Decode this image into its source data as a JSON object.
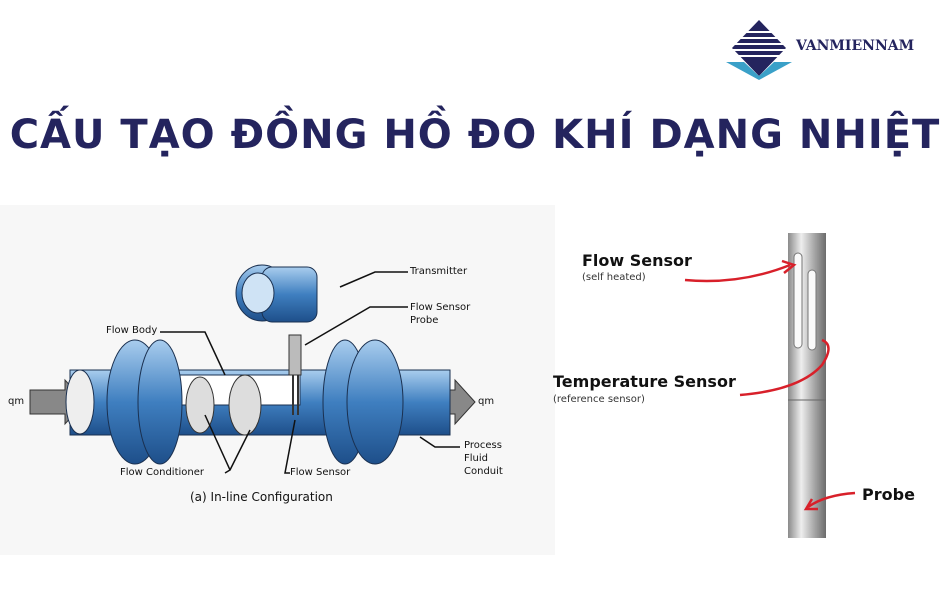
{
  "header": {
    "logo_text": "VANMIENNAM",
    "title": "CẤU TẠO ĐỒNG HỒ ĐO KHÍ DẠNG NHIỆT"
  },
  "inline_diagram": {
    "labels": {
      "transmitter": "Transmitter",
      "flow_sensor_probe_1": "Flow Sensor",
      "flow_sensor_probe_2": "Probe",
      "flow_body": "Flow Body",
      "q_in": "qm",
      "q_out": "qm",
      "flow_conditioner": "Flow Conditioner",
      "flow_sensor": "Flow Sensor",
      "process_1": "Process",
      "process_2": "Fluid",
      "process_3": "Conduit"
    },
    "caption": "(a) In-line Configuration"
  },
  "probe_diagram": {
    "flow_sensor": "Flow Sensor",
    "flow_sensor_note": "(self heated)",
    "temperature_sensor": "Temperature Sensor",
    "temperature_sensor_note": "(reference sensor)",
    "probe": "Probe"
  },
  "colors": {
    "title": "#24245e",
    "pipe": "#3f7fc0",
    "arrow_red": "#d8202a"
  }
}
